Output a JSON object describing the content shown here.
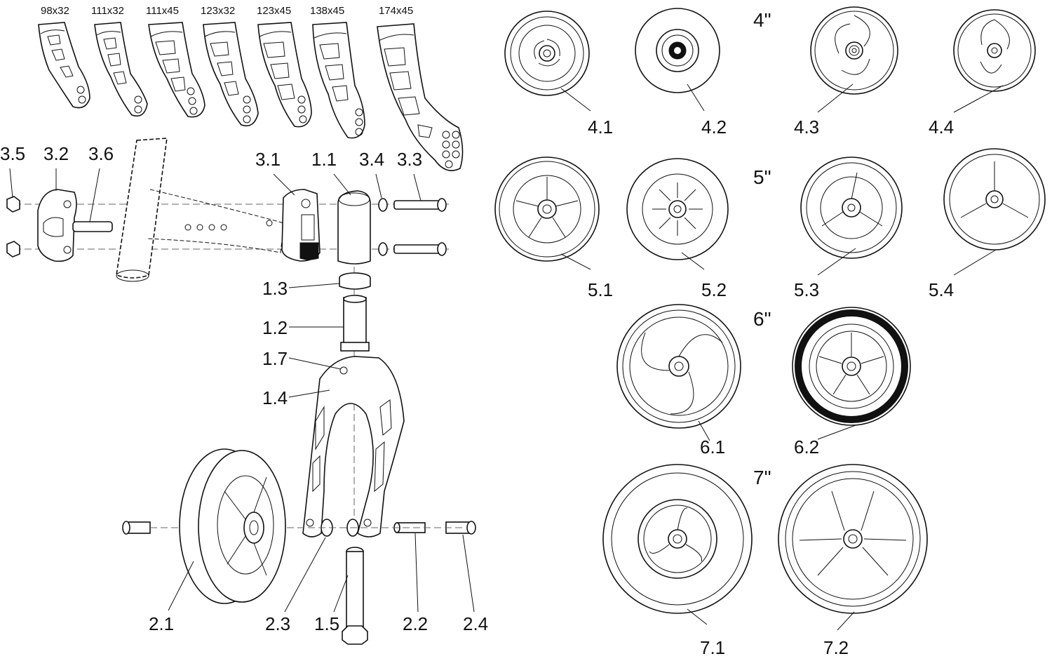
{
  "fork_sizes": [
    "98x32",
    "111x32",
    "111x45",
    "123x32",
    "123x45",
    "138x45",
    "174x45"
  ],
  "parts": {
    "p3_5": "3.5",
    "p3_2": "3.2",
    "p3_6": "3.6",
    "p3_1": "3.1",
    "p1_1": "1.1",
    "p3_4": "3.4",
    "p3_3": "3.3",
    "p1_3": "1.3",
    "p1_2": "1.2",
    "p1_7": "1.7",
    "p1_4": "1.4",
    "p2_1": "2.1",
    "p2_3": "2.3",
    "p1_5": "1.5",
    "p2_2": "2.2",
    "p2_4": "2.4"
  },
  "wheel_sizes": {
    "s4": "4\"",
    "s5": "5\"",
    "s6": "6\"",
    "s7": "7\""
  },
  "wheels": {
    "w4_1": "4.1",
    "w4_2": "4.2",
    "w4_3": "4.3",
    "w4_4": "4.4",
    "w5_1": "5.1",
    "w5_2": "5.2",
    "w5_3": "5.3",
    "w5_4": "5.4",
    "w6_1": "6.1",
    "w6_2": "6.2",
    "w7_1": "7.1",
    "w7_2": "7.2"
  }
}
